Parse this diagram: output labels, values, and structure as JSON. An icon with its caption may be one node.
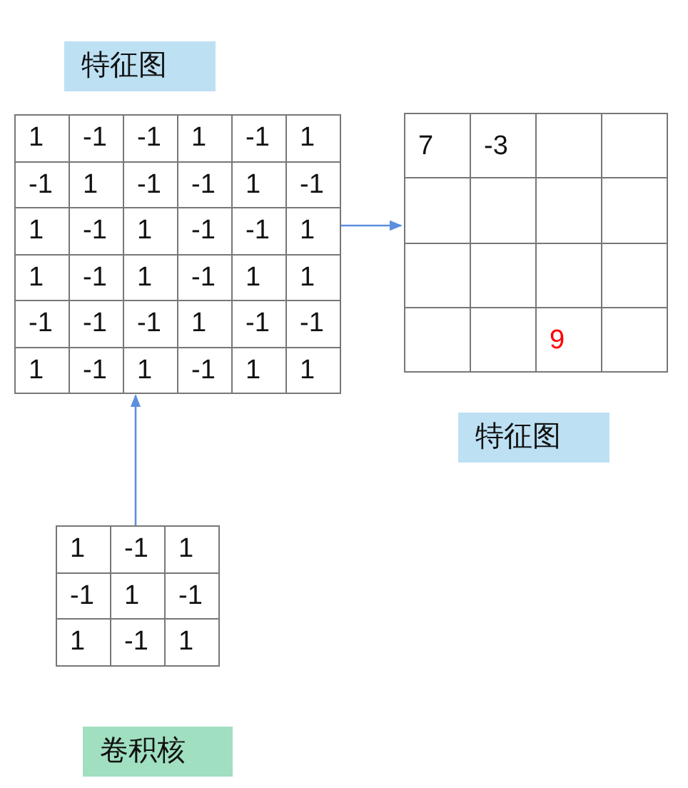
{
  "diagram": {
    "nodes": [
      {
        "text": [
          "特征图"
        ]
      },
      {
        "text": [
          "1",
          "-1",
          "-1",
          "1",
          "-1",
          "1",
          "-1",
          "1",
          "-1",
          "-1",
          "1",
          "-1",
          "1",
          "-1",
          "1",
          "-1",
          "-1",
          "1",
          "1",
          "-1",
          "1",
          "-1",
          "1",
          "1",
          "-1",
          "-1",
          "-1",
          "1",
          "-1",
          "-1",
          "1",
          "-1",
          "1",
          "-1",
          "1",
          "1"
        ]
      },
      {
        "text": [
          "7",
          "-3",
          "9"
        ]
      },
      {
        "text": [
          "特征图"
        ]
      },
      {
        "text": [
          "1",
          "-1",
          "1",
          "-1",
          "1",
          "-1",
          "1",
          "-1",
          "1"
        ]
      },
      {
        "text": [
          "卷积核"
        ]
      }
    ],
    "edges": [
      {
        "from": 1,
        "to": 2,
        "arrow": "to"
      },
      {
        "from": 4,
        "to": 1,
        "arrow": "to"
      }
    ]
  }
}
